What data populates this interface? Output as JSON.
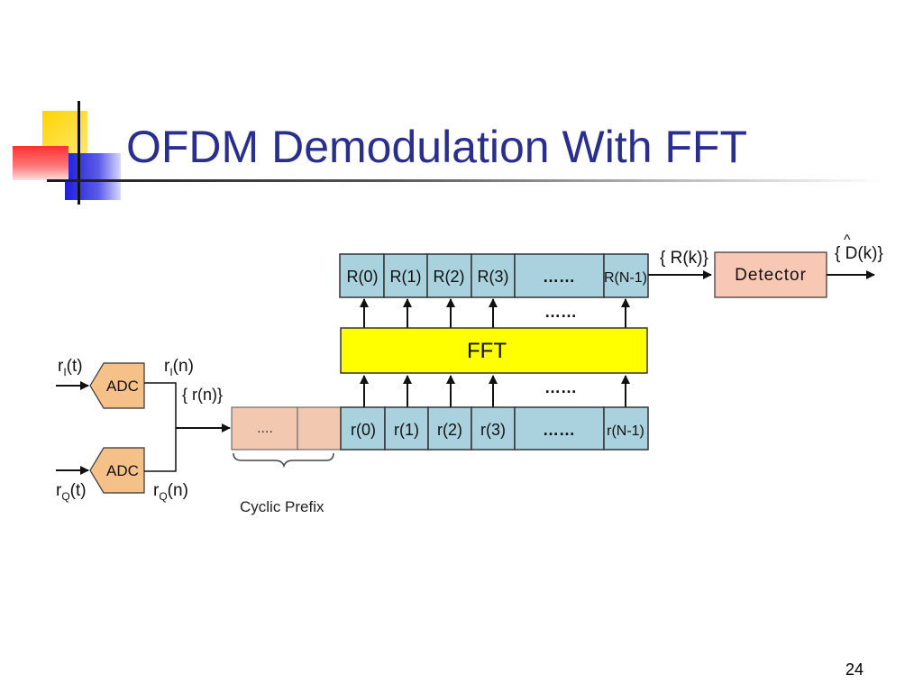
{
  "slide": {
    "title": "OFDM Demodulation With FFT",
    "page_number": "24"
  },
  "diagram": {
    "inputs": {
      "ri_t": {
        "base": "r",
        "sub": "I",
        "arg": "(t)"
      },
      "rq_t": {
        "base": "r",
        "sub": "Q",
        "arg": "(t)"
      },
      "ri_n": {
        "base": "r",
        "sub": "I",
        "arg": "(n)"
      },
      "rq_n": {
        "base": "r",
        "sub": "Q",
        "arg": "(n)"
      }
    },
    "adc_label": "ADC",
    "combined_label": "{ r(n)}",
    "cyclic_prefix_dots": "....",
    "cyclic_prefix_label": "Cyclic Prefix",
    "input_cells": [
      "r(0)",
      "r(1)",
      "r(2)",
      "r(3)",
      "……",
      "r(N-1)"
    ],
    "output_cells": [
      "R(0)",
      "R(1)",
      "R(2)",
      "R(3)",
      "……",
      "R(N-1)"
    ],
    "arrow_dots": "……",
    "fft_label": "FFT",
    "rk_label": "{ R(k)}",
    "detector_label": "Detector",
    "dk_label": "{ D(k)}",
    "dk_hat": "^"
  },
  "colors": {
    "title": "#2a2e8c",
    "cell_fill": "#a9d1de",
    "fft_fill": "#ffff00",
    "adc_fill": "#f6c089",
    "prefix_fill": "#f2c8b0",
    "detector_fill": "#f9c8b5"
  }
}
